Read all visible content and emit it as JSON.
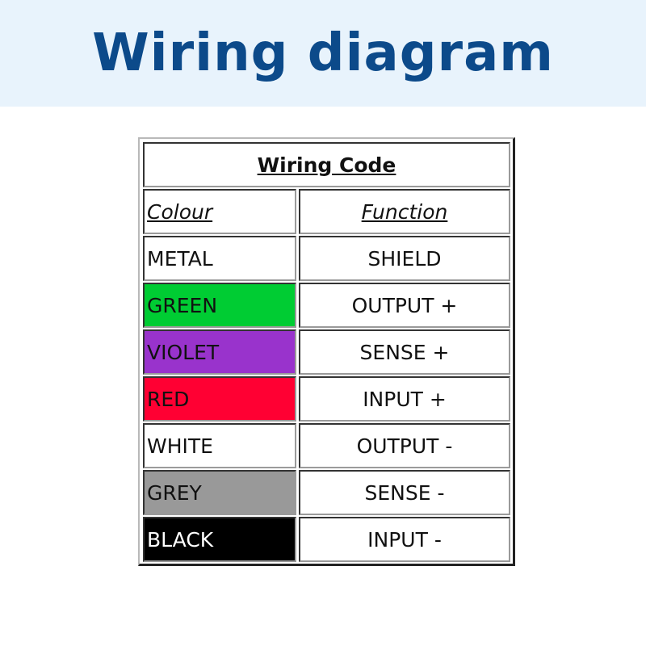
{
  "banner": {
    "title": "Wiring diagram",
    "background": "#e8f3fc",
    "text_color": "#0c4a8a"
  },
  "table": {
    "title": "Wiring Code",
    "headers": {
      "colour": "Colour",
      "function": "Function"
    },
    "rows": [
      {
        "colour": "METAL",
        "function": "SHIELD",
        "swatch": "#ffffff",
        "text_color": "#111111"
      },
      {
        "colour": "GREEN",
        "function": "OUTPUT +",
        "swatch": "#00cc33",
        "text_color": "#111111"
      },
      {
        "colour": "VIOLET",
        "function": "SENSE +",
        "swatch": "#9933cc",
        "text_color": "#111111"
      },
      {
        "colour": "RED",
        "function": "INPUT +",
        "swatch": "#ff0033",
        "text_color": "#111111"
      },
      {
        "colour": "WHITE",
        "function": "OUTPUT -",
        "swatch": "#ffffff",
        "text_color": "#111111"
      },
      {
        "colour": "GREY",
        "function": "SENSE -",
        "swatch": "#999999",
        "text_color": "#111111"
      },
      {
        "colour": "BLACK",
        "function": "INPUT -",
        "swatch": "#000000",
        "text_color": "#ffffff"
      }
    ]
  }
}
